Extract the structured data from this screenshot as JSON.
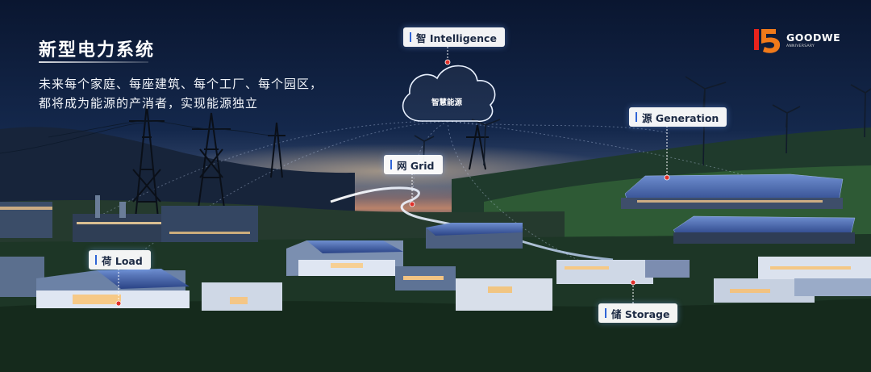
{
  "header": {
    "title": "新型电力系统",
    "description_lines": [
      "未来每个家庭、每座建筑、每个工厂、每个园区，",
      "都将成为能源的产消者，实现能源独立"
    ]
  },
  "logo": {
    "brand": "GOODWE",
    "sub": "ANNIVERSARY"
  },
  "cloud": {
    "label": "智慧能源",
    "color": "#ffffff"
  },
  "labels": {
    "intelligence": "智 Intelligence",
    "generation": "源 Generation",
    "grid": "网 Grid",
    "load": "荷 Load",
    "storage": "储 Storage"
  },
  "colors": {
    "accent": "#2f64d6",
    "brand_red": "#e8231c",
    "brand_orange": "#f07a1a",
    "marker": "#e0302a"
  },
  "icons": [
    "cloud-icon",
    "wind-turbine-icon",
    "solar-panel-icon",
    "transmission-tower-icon"
  ]
}
